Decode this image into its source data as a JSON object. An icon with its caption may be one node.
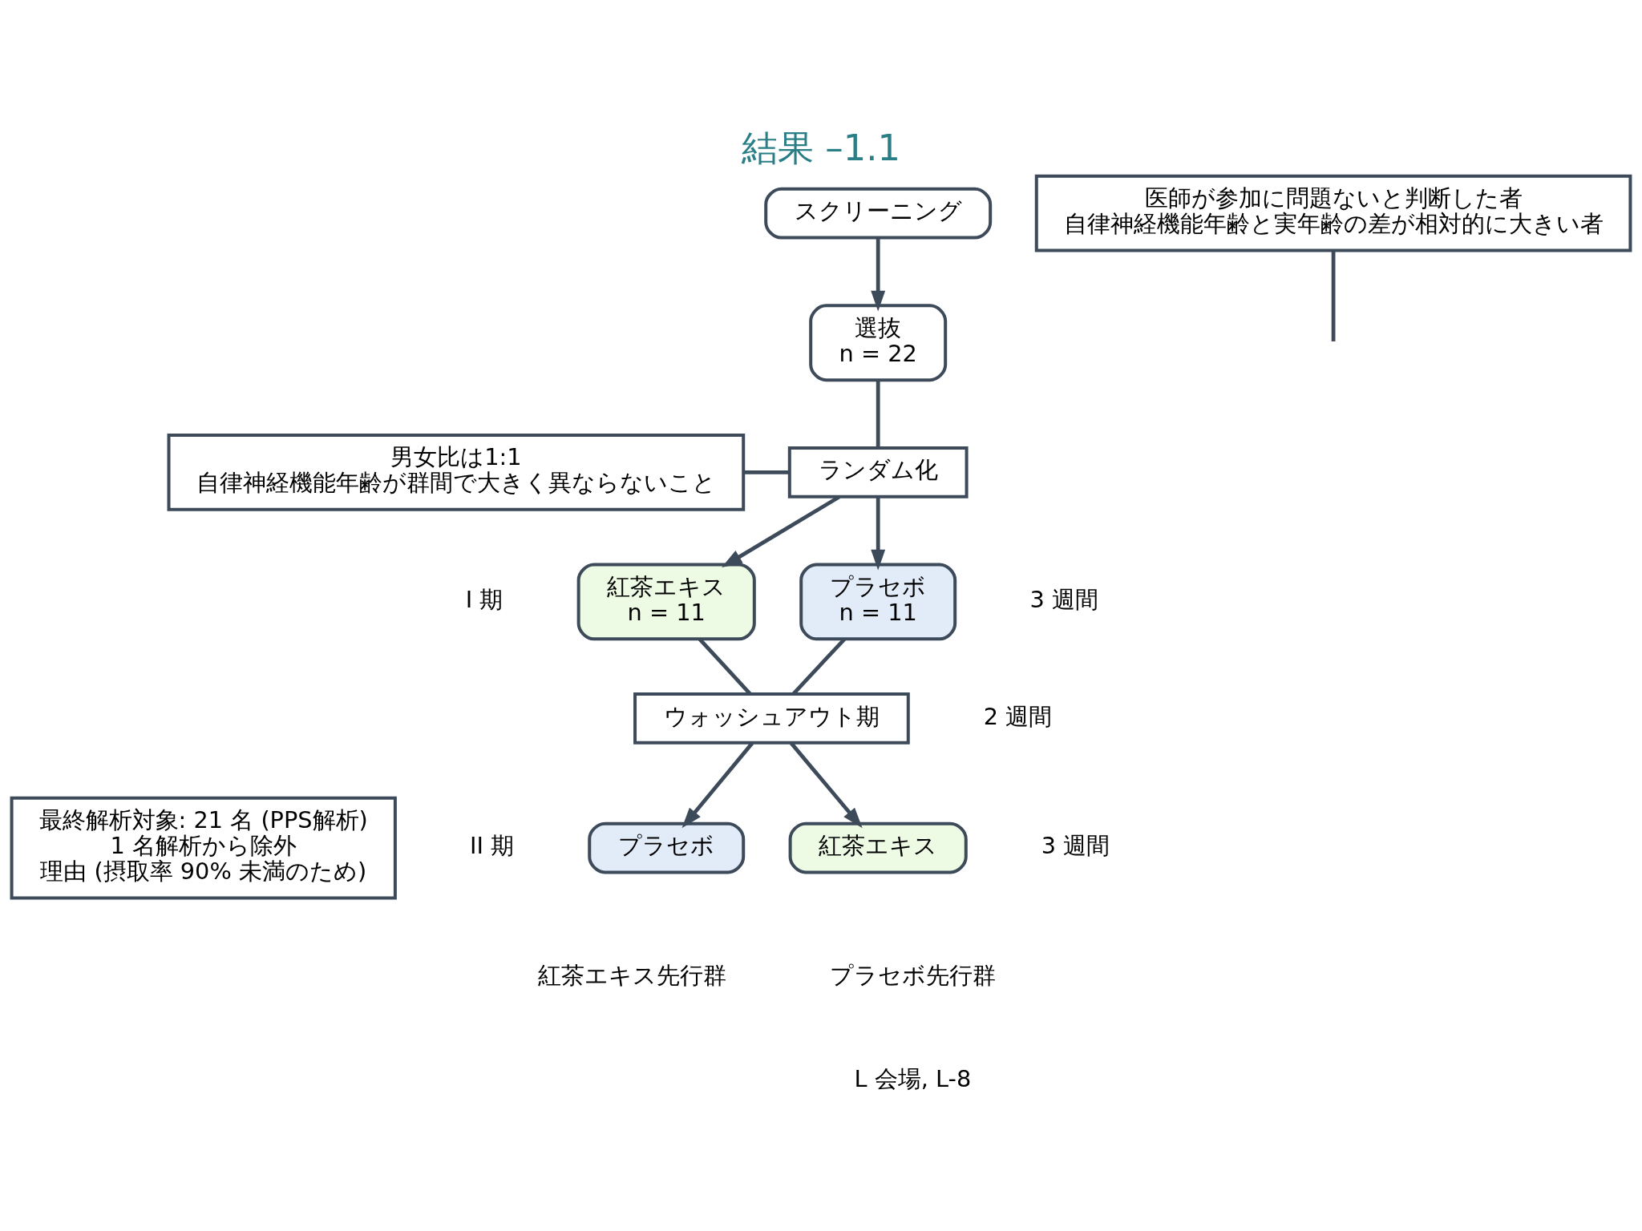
{
  "diagram": {
    "title": "結果 –1.1",
    "nodes": [
      {
        "text": [
          "スクリーニング"
        ]
      },
      {
        "text": [
          "医師が参加に問題ないと判断した者",
          "自律神経機能年齢と実年齢の差が相対的に大きい者"
        ]
      },
      {
        "text": [
          "選抜",
          "n = 22"
        ]
      },
      {
        "text": [
          "ランダム化"
        ]
      },
      {
        "text": [
          "男女比は1:1",
          "自律神経機能年齢が群間で大きく異ならないこと"
        ]
      },
      {
        "text": [
          "紅茶エキス",
          "n = 11"
        ]
      },
      {
        "text": [
          "プラセボ",
          "n = 11"
        ]
      },
      {
        "text": [
          "ウォッシュアウト期"
        ]
      },
      {
        "text": [
          "プラセボ"
        ],
        "beside": [
          "紅茶エキス先行群"
        ]
      },
      {
        "text": [
          "紅茶エキス"
        ],
        "beside": [
          "プラセボ先行群"
        ]
      },
      {
        "text": [
          "最終解析対象: 21 名 (PPS解析)",
          "1 名解析から除外",
          "理由 (摂取率 90% 未満のため)"
        ]
      }
    ],
    "edges": [
      {
        "from": 0,
        "to": 2,
        "arrow": "to"
      },
      {
        "from": 1,
        "to": null,
        "arrow": "none"
      },
      {
        "from": 2,
        "to": 3,
        "arrow": "none"
      },
      {
        "from": 4,
        "to": 3,
        "arrow": "none"
      },
      {
        "from": 3,
        "to": 5,
        "arrow": "to"
      },
      {
        "from": 3,
        "to": 6,
        "arrow": "to"
      },
      {
        "from": 5,
        "to": 7,
        "arrow": "none"
      },
      {
        "from": 6,
        "to": 7,
        "arrow": "none"
      },
      {
        "from": 7,
        "to": 8,
        "arrow": "to"
      },
      {
        "from": 7,
        "to": 9,
        "arrow": "to"
      }
    ],
    "labels": [
      "I 期",
      "3 週間",
      "2 週間",
      "II 期",
      "3 週間",
      "L 会場, L-8"
    ]
  }
}
